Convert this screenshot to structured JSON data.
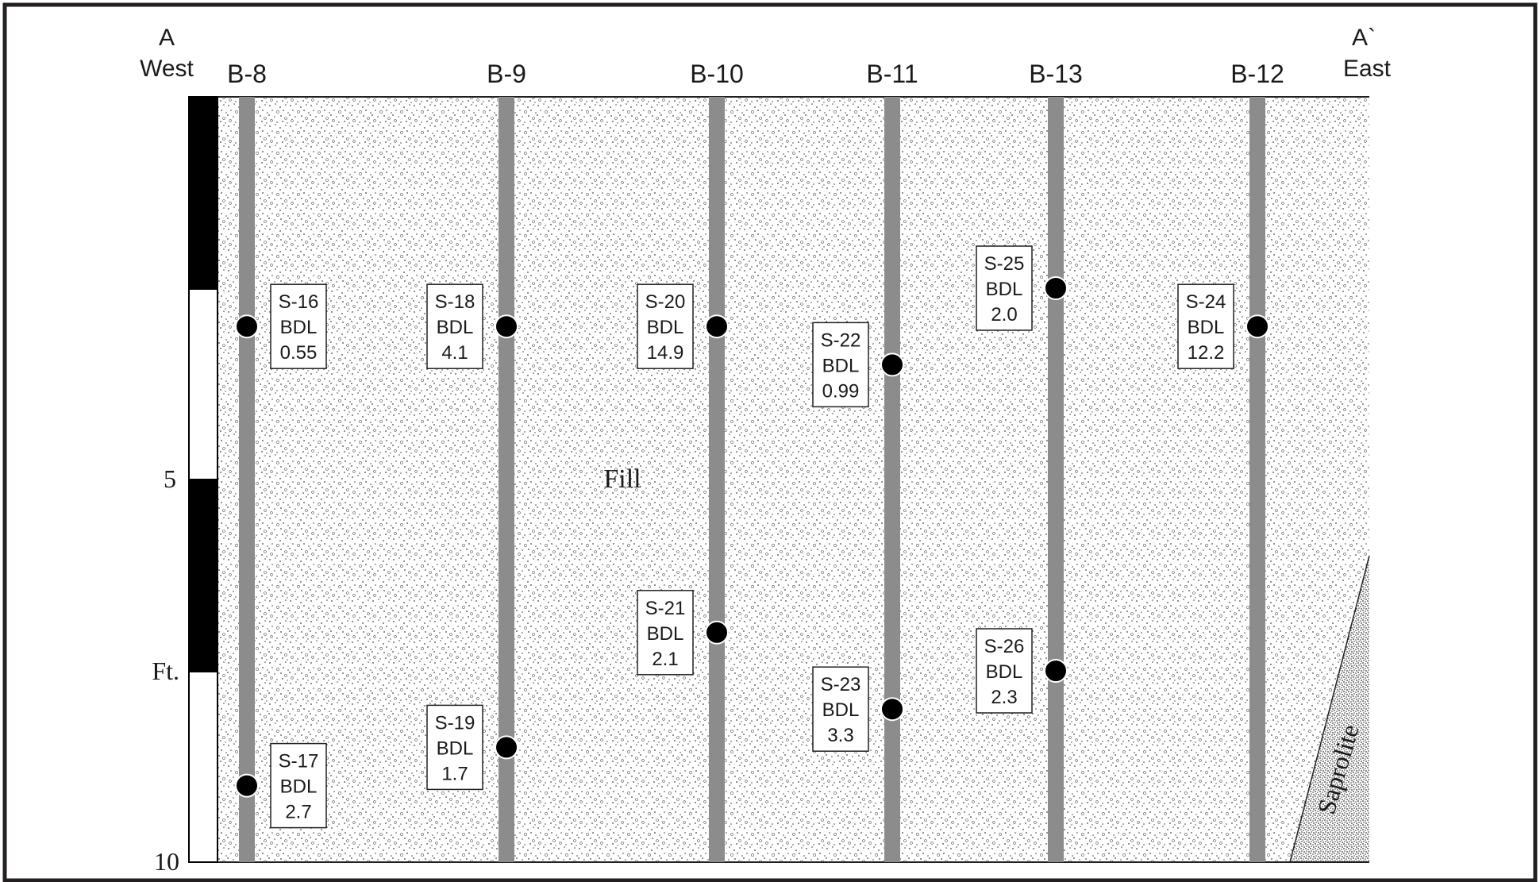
{
  "section": {
    "west_letter": "A",
    "west_label": "West",
    "east_letter": "A`",
    "east_label": "East",
    "fill_label": "Fill",
    "saprolite_label": "Saprolite"
  },
  "scale": {
    "tick_top": "5",
    "unit": "Ft.",
    "tick_bottom": "10"
  },
  "borings": [
    {
      "id": "B-8"
    },
    {
      "id": "B-9"
    },
    {
      "id": "B-10"
    },
    {
      "id": "B-11"
    },
    {
      "id": "B-13"
    },
    {
      "id": "B-12"
    }
  ],
  "samples": [
    {
      "boring": "B-8",
      "sample": "S-16",
      "result": "BDL",
      "value": "0.55",
      "depth_ft": 3.0
    },
    {
      "boring": "B-8",
      "sample": "S-17",
      "result": "BDL",
      "value": "2.7",
      "depth_ft": 9.0
    },
    {
      "boring": "B-9",
      "sample": "S-18",
      "result": "BDL",
      "value": "4.1",
      "depth_ft": 3.0
    },
    {
      "boring": "B-9",
      "sample": "S-19",
      "result": "BDL",
      "value": "1.7",
      "depth_ft": 8.5
    },
    {
      "boring": "B-10",
      "sample": "S-20",
      "result": "BDL",
      "value": "14.9",
      "depth_ft": 3.0
    },
    {
      "boring": "B-10",
      "sample": "S-21",
      "result": "BDL",
      "value": "2.1",
      "depth_ft": 7.0
    },
    {
      "boring": "B-11",
      "sample": "S-22",
      "result": "BDL",
      "value": "0.99",
      "depth_ft": 3.5
    },
    {
      "boring": "B-11",
      "sample": "S-23",
      "result": "BDL",
      "value": "3.3",
      "depth_ft": 8.0
    },
    {
      "boring": "B-13",
      "sample": "S-25",
      "result": "BDL",
      "value": "2.0",
      "depth_ft": 2.5
    },
    {
      "boring": "B-13",
      "sample": "S-26",
      "result": "BDL",
      "value": "2.3",
      "depth_ft": 7.5
    },
    {
      "boring": "B-12",
      "sample": "S-24",
      "result": "BDL",
      "value": "12.2",
      "depth_ft": 3.0
    }
  ],
  "colors": {
    "boring_shaft": "#8c8c8c",
    "sample_dot": "#000000",
    "border": "#231f20",
    "stipple": "#555555"
  }
}
